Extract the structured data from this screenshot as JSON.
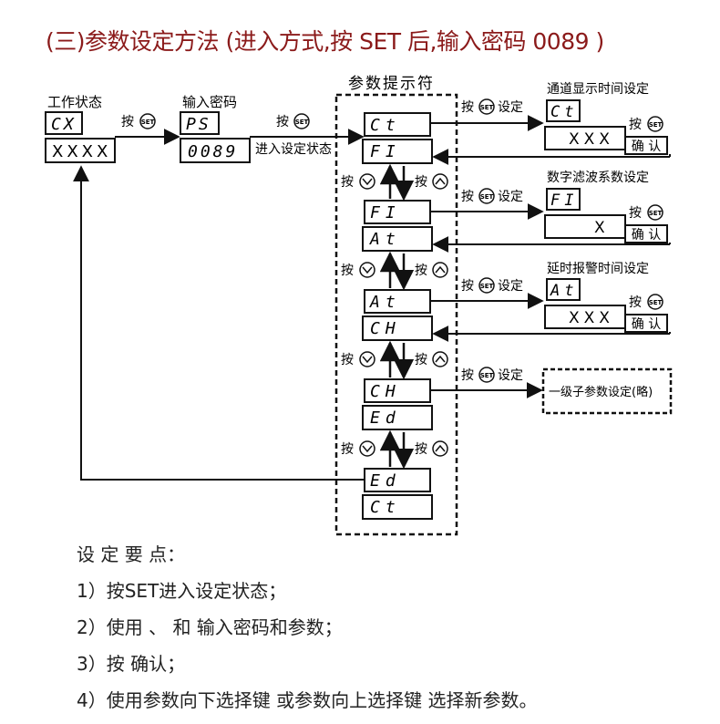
{
  "title": "(三)参数设定方法 (进入方式,按 SET 后,输入密码 0089 )",
  "work_state": {
    "label": "工作状态",
    "code": "CX",
    "value": "XXXX"
  },
  "password": {
    "label": "输入密码",
    "code": "PS",
    "value": "0089",
    "enter_label": "进入设定状态"
  },
  "press_set": "按",
  "set_icon": "SET",
  "param_panel_title": "参数提示符",
  "params": {
    "ct": "Ct",
    "fi": "FI",
    "at": "At",
    "ch": "CH",
    "ed": "Ed"
  },
  "press_set_config": "按",
  "set_config_suffix": "设定",
  "press_down": "按",
  "press_up": "按",
  "settings": [
    {
      "title": "通道显示时间设定",
      "code": "Ct",
      "value": "XXX",
      "confirm": "确 认",
      "press": "按"
    },
    {
      "title": "数字滤波系数设定",
      "code": "FI",
      "value": "X",
      "confirm": "确 认",
      "press": "按"
    },
    {
      "title": "延时报警时间设定",
      "code": "At",
      "value": "XXX",
      "confirm": "确 认",
      "press": "按"
    }
  ],
  "sub_param": "一级子参数设定(略)",
  "notes": {
    "heading": "设 定 要 点：",
    "items": [
      "1）按SET进入设定状态；",
      "2）使用 、 和 输入密码和参数；",
      "3）按 确认；",
      "4）使用参数向下选择键 或参数向上选择键 选择新参数。"
    ]
  }
}
